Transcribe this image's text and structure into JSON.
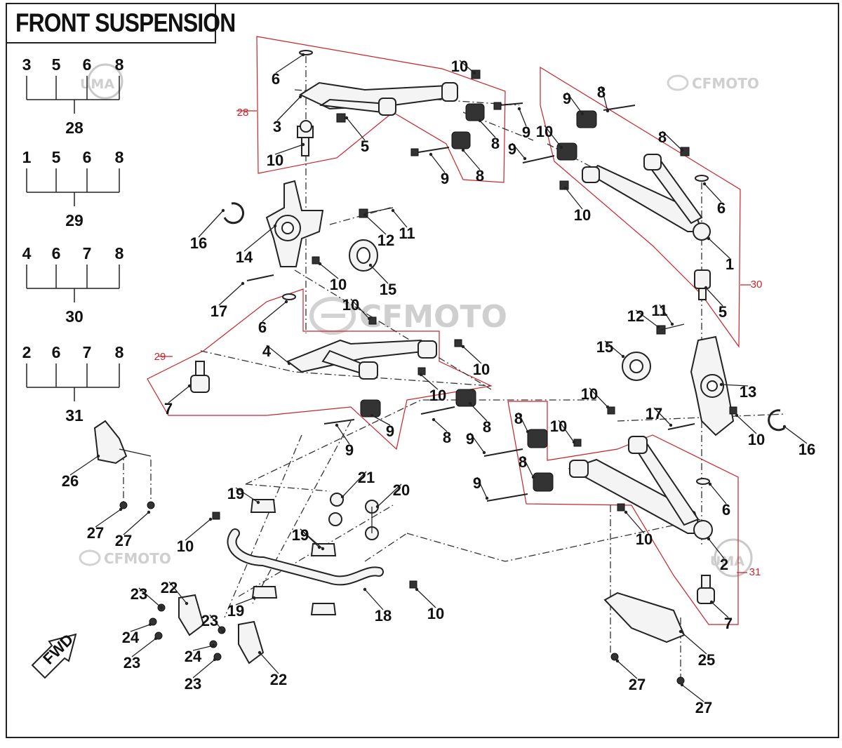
{
  "title": "FRONT SUSPENSION",
  "watermarks": {
    "brand": "CFMOTO",
    "badge": "UMA"
  },
  "colors": {
    "assembly_outline": "#c8242a",
    "linework": "#222222",
    "watermark": "#cfcfcf"
  },
  "assembly_trees": [
    {
      "assembly": "28",
      "parts": [
        "3",
        "5",
        "6",
        "8"
      ]
    },
    {
      "assembly": "29",
      "parts": [
        "1",
        "5",
        "6",
        "8"
      ]
    },
    {
      "assembly": "30",
      "parts": [
        "4",
        "6",
        "7",
        "8"
      ]
    },
    {
      "assembly": "31",
      "parts": [
        "2",
        "6",
        "7",
        "8"
      ]
    }
  ],
  "assembly_labels": [
    "28",
    "29",
    "30",
    "31"
  ],
  "callouts": [
    "6",
    "10",
    "3",
    "9",
    "8",
    "10",
    "5",
    "8",
    "9",
    "8",
    "9",
    "9",
    "10",
    "8",
    "6",
    "1",
    "10",
    "5",
    "16",
    "14",
    "12",
    "11",
    "15",
    "10",
    "17",
    "12",
    "11",
    "15",
    "13",
    "6",
    "10",
    "4",
    "10",
    "7",
    "10",
    "8",
    "9",
    "9",
    "8",
    "10",
    "26",
    "17",
    "10",
    "16",
    "8",
    "10",
    "9",
    "8",
    "9",
    "21",
    "20",
    "19",
    "19",
    "27",
    "27",
    "10",
    "6",
    "10",
    "2",
    "7",
    "23",
    "22",
    "19",
    "23",
    "24",
    "18",
    "10",
    "23",
    "24",
    "19",
    "23",
    "22",
    "25",
    "27",
    "27"
  ],
  "orientation_marker": "FWD"
}
